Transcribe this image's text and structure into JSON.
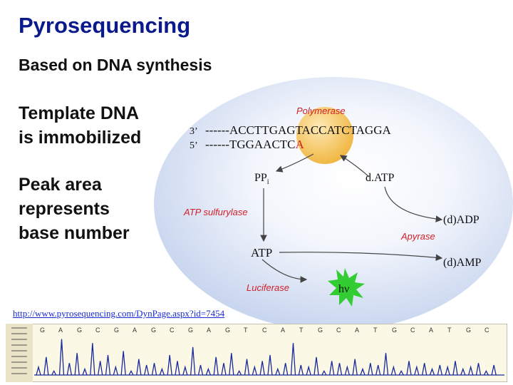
{
  "slide": {
    "title": "Pyrosequencing",
    "subtitle": "Based on DNA synthesis",
    "bullet1_line1": "Template DNA",
    "bullet1_line2": "is immobilized",
    "bullet2_line1": "Peak area",
    "bullet2_line2": "represents",
    "bullet2_line3": "base number",
    "link": "http://www.pyrosequencing.com/DynPage.aspx?id=7454"
  },
  "diagram": {
    "polymerase": "Polymerase",
    "strand3_prefix": "3’",
    "strand3_seq": "------ACCTTGAGTACCATCTAGGA",
    "strand5_prefix": "5’",
    "strand5_seq": "------TGGAACTC",
    "strand5_added": "A",
    "ppi": "PP",
    "ppi_sub": "i",
    "datp": "d.ATP",
    "atp_sulfurylase": "ATP sulfurylase",
    "dadp": "(d)ADP",
    "apyrase": "Apyrase",
    "atp": "ATP",
    "damp": "(d)AMP",
    "luciferase": "Luciferase",
    "light": "hν",
    "colors": {
      "blob": "#dfe7f6",
      "polymerase": "#f6c95a",
      "enzyme_text": "#d0202a",
      "arrow": "#444444",
      "starburst": "#33cc33"
    }
  },
  "pyrogram": {
    "header_labels": [
      "G",
      "A",
      "G",
      "C",
      "G",
      "A",
      "G",
      "C",
      "G",
      "A",
      "G",
      "T",
      "C",
      "A",
      "T",
      "G",
      "C",
      "A",
      "T",
      "G",
      "C",
      "A",
      "T",
      "G",
      "C"
    ],
    "peaks": [
      0.2,
      0.45,
      0.1,
      0.9,
      0.3,
      0.55,
      0.15,
      0.8,
      0.35,
      0.5,
      0.2,
      0.6,
      0.1,
      0.4,
      0.25,
      0.3,
      0.15,
      0.5,
      0.35,
      0.2,
      0.7,
      0.25,
      0.15,
      0.45,
      0.3,
      0.55,
      0.1,
      0.4,
      0.2,
      0.35,
      0.5,
      0.15,
      0.3,
      0.8,
      0.25,
      0.2,
      0.45,
      0.1,
      0.35,
      0.3,
      0.2,
      0.4,
      0.15,
      0.3,
      0.25,
      0.55,
      0.2,
      0.1,
      0.35,
      0.2,
      0.3,
      0.15,
      0.25,
      0.2,
      0.35,
      0.15,
      0.2,
      0.3,
      0.1,
      0.25
    ]
  }
}
